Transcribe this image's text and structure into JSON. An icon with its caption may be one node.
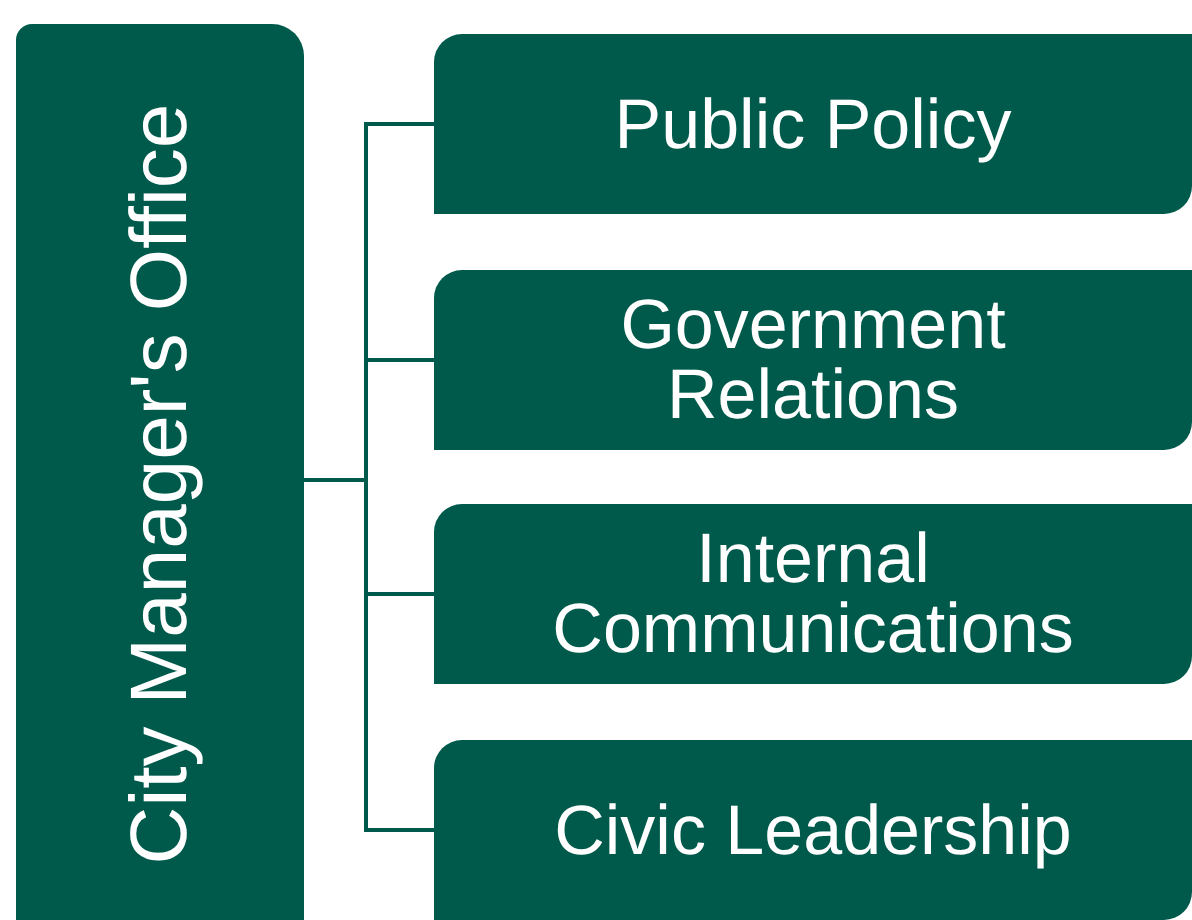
{
  "diagram": {
    "nodes": [
      {
        "text": [
          "City Manager's Office"
        ]
      },
      {
        "text": [
          "Public Policy"
        ]
      },
      {
        "text": [
          "Government Relations"
        ]
      },
      {
        "text": [
          "Internal Communications"
        ]
      },
      {
        "text": [
          "Civic Leadership"
        ]
      }
    ],
    "edges": [
      {
        "from": 0,
        "to": 1,
        "arrow": "none"
      },
      {
        "from": 0,
        "to": 2,
        "arrow": "none"
      },
      {
        "from": 0,
        "to": 3,
        "arrow": "none"
      },
      {
        "from": 0,
        "to": 4,
        "arrow": "none"
      }
    ]
  }
}
